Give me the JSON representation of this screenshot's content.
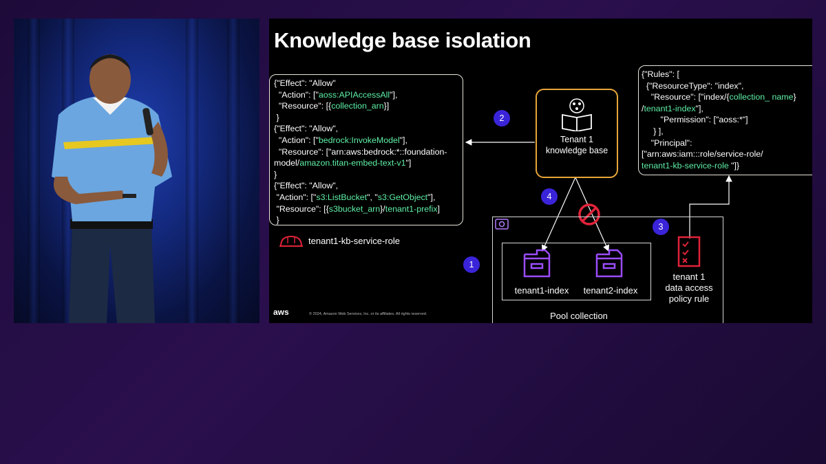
{
  "slide": {
    "title": "Knowledge base isolation",
    "policy_block": [
      {
        "parts": [
          {
            "t": "{\"Effect\": \"Allow\"",
            "c": "w"
          }
        ]
      },
      {
        "parts": [
          {
            "t": "  \"Action\": [\"",
            "c": "w"
          },
          {
            "t": "aoss:APIAccessAll",
            "c": "g"
          },
          {
            "t": "\"],",
            "c": "w"
          }
        ]
      },
      {
        "parts": [
          {
            "t": "  \"Resource\": [{",
            "c": "w"
          },
          {
            "t": "collection_arn",
            "c": "g"
          },
          {
            "t": "}]",
            "c": "w"
          }
        ]
      },
      {
        "parts": [
          {
            "t": " }",
            "c": "w"
          }
        ]
      },
      {
        "parts": [
          {
            "t": "{\"Effect\": \"Allow\",",
            "c": "w"
          }
        ]
      },
      {
        "parts": [
          {
            "t": "  \"Action\": [\"",
            "c": "w"
          },
          {
            "t": "bedrock:InvokeModel",
            "c": "g"
          },
          {
            "t": "\"],",
            "c": "w"
          }
        ]
      },
      {
        "parts": [
          {
            "t": "  \"Resource\": [\"arn:aws:bedrock:*::foundation-",
            "c": "w"
          }
        ]
      },
      {
        "parts": [
          {
            "t": "model/",
            "c": "w"
          },
          {
            "t": "amazon.titan-embed-text-v1",
            "c": "g"
          },
          {
            "t": "\"]",
            "c": "w"
          }
        ]
      },
      {
        "parts": [
          {
            "t": "}",
            "c": "w"
          }
        ]
      },
      {
        "parts": [
          {
            "t": "{\"Effect\": \"Allow\",",
            "c": "w"
          }
        ]
      },
      {
        "parts": [
          {
            "t": " \"Action\": [\"",
            "c": "w"
          },
          {
            "t": "s3:ListBucket",
            "c": "g"
          },
          {
            "t": "\", \"",
            "c": "w"
          },
          {
            "t": "s3:GetObject",
            "c": "g"
          },
          {
            "t": "\"],",
            "c": "w"
          }
        ]
      },
      {
        "parts": [
          {
            "t": " \"Resource\": [{",
            "c": "w"
          },
          {
            "t": "s3bucket_arn",
            "c": "g"
          },
          {
            "t": "}/",
            "c": "w"
          },
          {
            "t": "tenant1-prefix",
            "c": "g"
          },
          {
            "t": "]",
            "c": "w"
          }
        ]
      },
      {
        "parts": [
          {
            "t": " }",
            "c": "w"
          }
        ]
      }
    ],
    "rules_block": [
      {
        "parts": [
          {
            "t": "{\"Rules\": [",
            "c": "w"
          }
        ]
      },
      {
        "parts": [
          {
            "t": "  {\"ResourceType\": \"index\",",
            "c": "w"
          }
        ]
      },
      {
        "parts": [
          {
            "t": "    \"Resource\": [\"index/{",
            "c": "w"
          },
          {
            "t": "collection_ name",
            "c": "g"
          },
          {
            "t": "}",
            "c": "w"
          }
        ]
      },
      {
        "parts": [
          {
            "t": "/",
            "c": "w"
          },
          {
            "t": "tenant1-index",
            "c": "g"
          },
          {
            "t": "\"],",
            "c": "w"
          }
        ]
      },
      {
        "parts": [
          {
            "t": "        \"Permission\": [\"aoss:*\"]",
            "c": "w"
          }
        ]
      },
      {
        "parts": [
          {
            "t": "     } ],",
            "c": "w"
          }
        ]
      },
      {
        "parts": [
          {
            "t": "    \"Principal\":",
            "c": "w"
          }
        ]
      },
      {
        "parts": [
          {
            "t": "[\"arn:aws:iam:::role/service-role/",
            "c": "w"
          }
        ]
      },
      {
        "parts": [
          {
            "t": "tenant1-kb-service-role",
            "c": "g"
          },
          {
            "t": " \"]}",
            "c": "w"
          }
        ]
      }
    ],
    "role_label": "tenant1-kb-service-role",
    "kb_label_line1": "Tenant 1",
    "kb_label_line2": "knowledge base",
    "steps": {
      "one": "1",
      "two": "2",
      "three": "3",
      "four": "4"
    },
    "index1": "tenant1-index",
    "index2": "tenant2-index",
    "pool_label": "Pool collection",
    "policy_label_line1": "tenant 1",
    "policy_label_line2": "data access",
    "policy_label_line3": "policy rule",
    "aws_logo": "aws",
    "copyright": "© 2024, Amazon Web Services, Inc. or its affiliates. All rights reserved.",
    "colors": {
      "green": "#5ff0a6",
      "step": "#3a24d9",
      "kb_border": "#e8a73a",
      "index_icon": "#9b4dff",
      "policy_icon": "#e0233a",
      "deny": "#e0233a"
    }
  }
}
